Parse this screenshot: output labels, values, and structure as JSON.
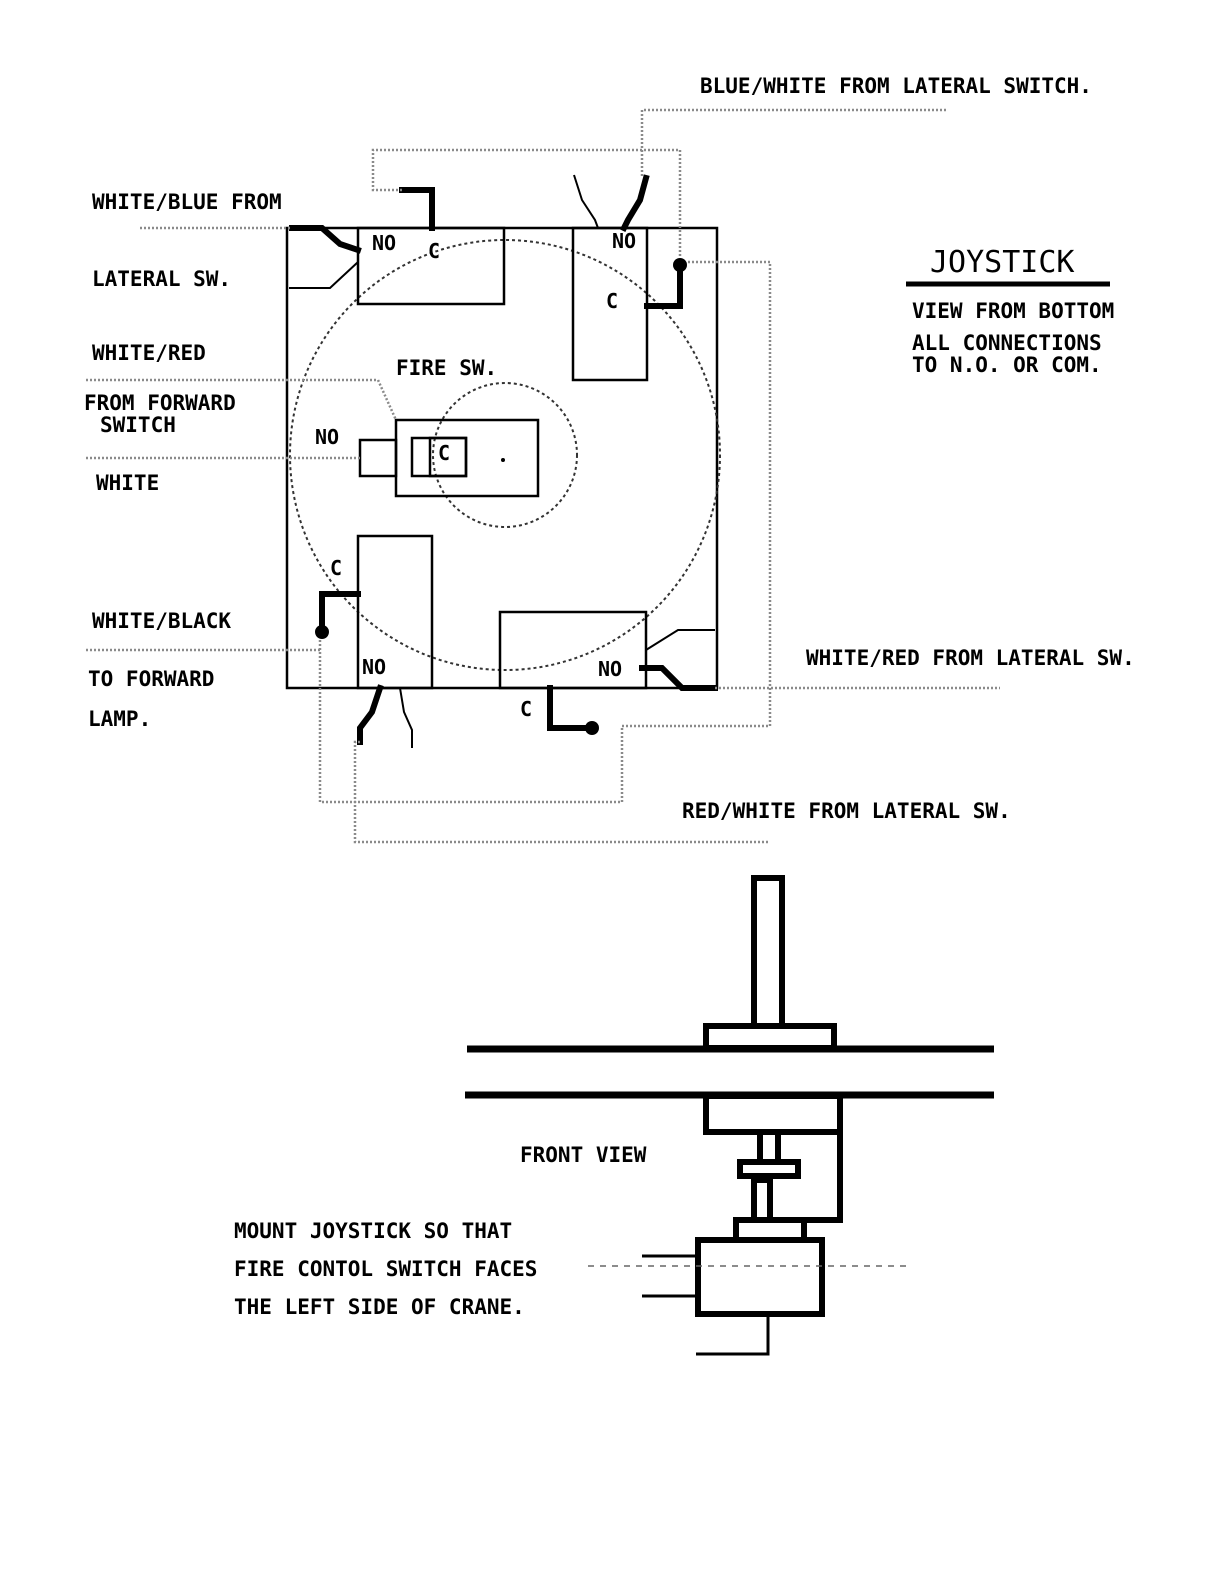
{
  "labels": {
    "blue_white": "BLUE/WHITE FROM LATERAL SWITCH.",
    "white_blue_1": "WHITE/BLUE FROM",
    "white_blue_2": "LATERAL SW.",
    "white_red_1": "WHITE/RED",
    "white_red_2": "FROM FORWARD",
    "white_red_3": "SWITCH",
    "white": "WHITE",
    "fire_sw": "FIRE SW.",
    "white_black": "WHITE/BLACK",
    "to_forward_1": "TO FORWARD",
    "to_forward_2": "LAMP.",
    "white_red_lat": "WHITE/RED FROM LATERAL SW.",
    "red_white_lat": "RED/WHITE FROM LATERAL SW."
  },
  "pins": {
    "no": "NO",
    "c": "C"
  },
  "legend": {
    "title": "JOYSTICK",
    "line1": "VIEW FROM BOTTOM",
    "line2": "ALL CONNECTIONS",
    "line3": "TO N.O. OR COM."
  },
  "front": {
    "caption": "FRONT VIEW",
    "note1": "MOUNT JOYSTICK SO THAT",
    "note2": "FIRE CONTOL SWITCH FACES",
    "note3": "THE LEFT SIDE OF CRANE."
  }
}
